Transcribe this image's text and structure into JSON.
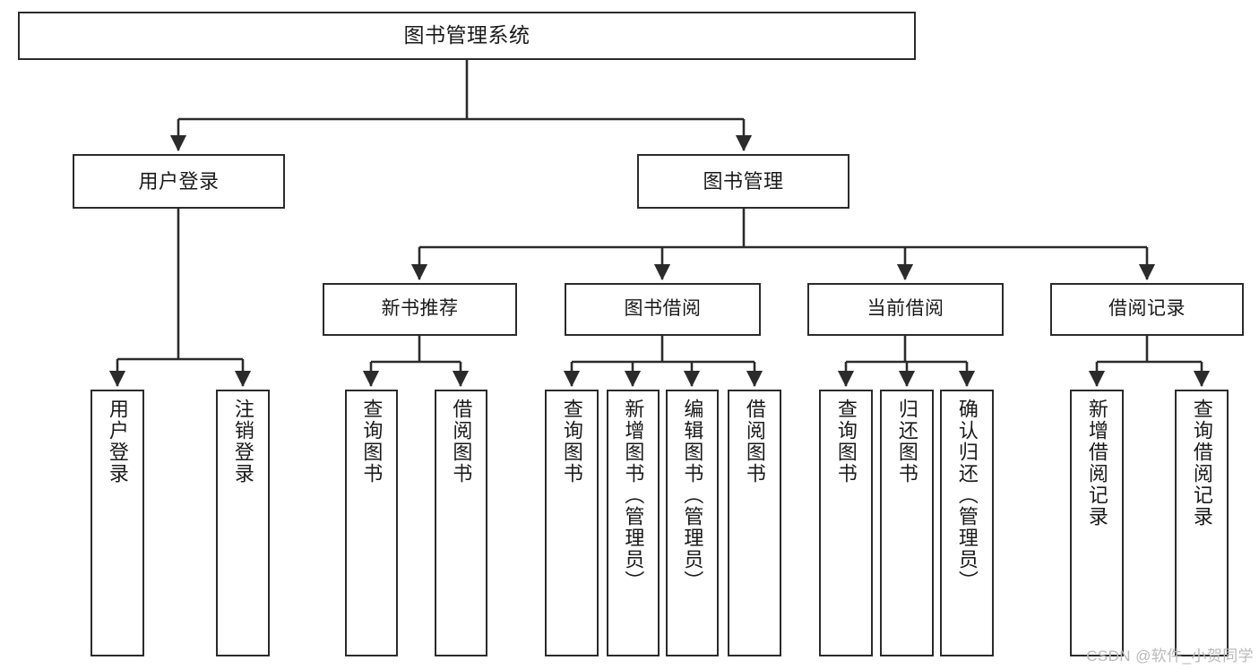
{
  "diagram": {
    "title": "图书管理系统",
    "colors": {
      "box_border": "#2b2b2b",
      "box_fill": "#ffffff",
      "connector": "#2b2b2b",
      "text": "#1a1a1a",
      "watermark": "#b9b9b9",
      "background": "#ffffff"
    },
    "root": {
      "label": "图书管理系统"
    },
    "level1": [
      {
        "label": "用户登录"
      },
      {
        "label": "图书管理"
      }
    ],
    "level2": [
      {
        "label": "新书推荐"
      },
      {
        "label": "图书借阅"
      },
      {
        "label": "当前借阅"
      },
      {
        "label": "借阅记录"
      }
    ],
    "leaves": [
      {
        "label": "用户登录"
      },
      {
        "label": "注销登录"
      },
      {
        "label": "查询图书"
      },
      {
        "label": "借阅图书"
      },
      {
        "label": "查询图书"
      },
      {
        "label": "新增图书（管理员）"
      },
      {
        "label": "编辑图书（管理员）"
      },
      {
        "label": "借阅图书"
      },
      {
        "label": "查询图书"
      },
      {
        "label": "归还图书"
      },
      {
        "label": "确认归还（管理员）"
      },
      {
        "label": "新增借阅记录"
      },
      {
        "label": "查询借阅记录"
      }
    ]
  },
  "watermark": {
    "text": "CSDN @软件_小贺同学"
  }
}
